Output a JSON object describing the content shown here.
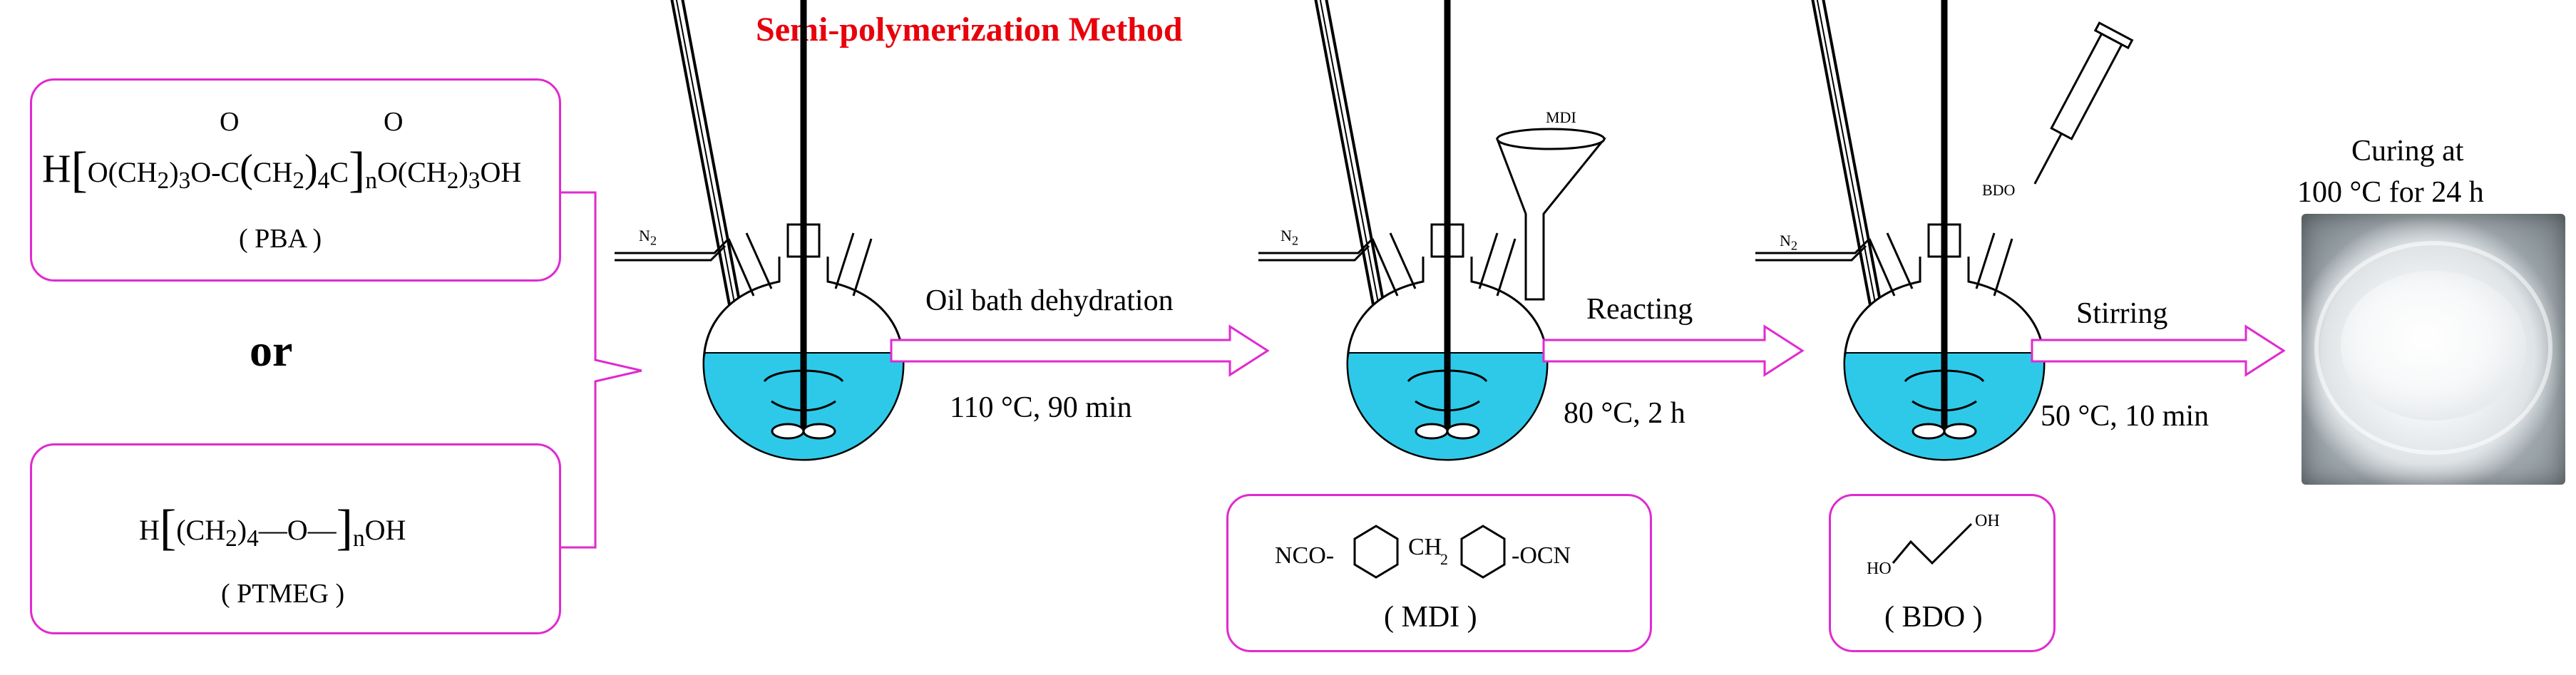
{
  "title": "Semi-polymerization Method",
  "or_label": "or",
  "reagents": {
    "pba": {
      "formula": "H[O(CH2)3O-C(CH2)4C]nO(CH2)3OH",
      "label": "( PBA )"
    },
    "ptmeg": {
      "formula": "H[(CH2)4—O]nOH",
      "label": "( PTMEG )"
    },
    "mdi": {
      "formula": "NCO-C6H4-CH2-C6H4-OCN",
      "label": "( MDI )"
    },
    "bdo": {
      "formula": "HO-(CH2)4-OH",
      "label": "( BDO )"
    }
  },
  "steps": [
    {
      "top": "Oil bath dehydration",
      "bottom": "110 °C, 90 min"
    },
    {
      "top": "Reacting",
      "bottom": "80 °C, 2 h"
    },
    {
      "top": "Stirring",
      "bottom": "50 °C, 10 min"
    }
  ],
  "flask_labels": {
    "n2": "N2",
    "mdi_funnel": "MDI",
    "bdo_syringe": "BDO"
  },
  "curing": {
    "line1": "Curing at",
    "line2": "100 °C for 24 h"
  },
  "colors": {
    "title": "#e8000b",
    "box_border": "#e02ad0",
    "arrow": "#e02ad0",
    "liquid": "#2ec9e8"
  }
}
